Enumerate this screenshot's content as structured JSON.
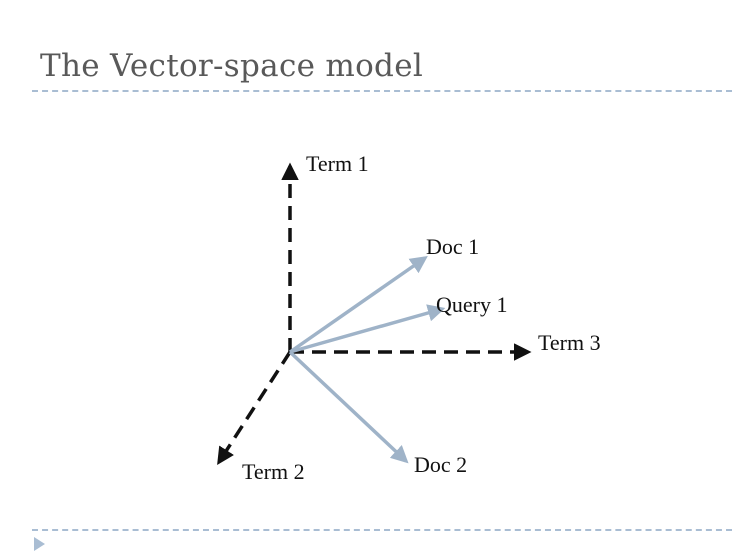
{
  "title": "The Vector-space model",
  "colors": {
    "title_text": "#595959",
    "rule": "#a9bdd3",
    "axis": "#111111",
    "vector": "#9fb3c8"
  },
  "diagram": {
    "axes": [
      {
        "id": "term1",
        "label": "Term 1"
      },
      {
        "id": "term3",
        "label": "Term 3"
      },
      {
        "id": "term2",
        "label": "Term 2"
      }
    ],
    "vectors": [
      {
        "id": "doc1",
        "label": "Doc 1"
      },
      {
        "id": "query1",
        "label": "Query 1"
      },
      {
        "id": "doc2",
        "label": "Doc 2"
      }
    ]
  }
}
